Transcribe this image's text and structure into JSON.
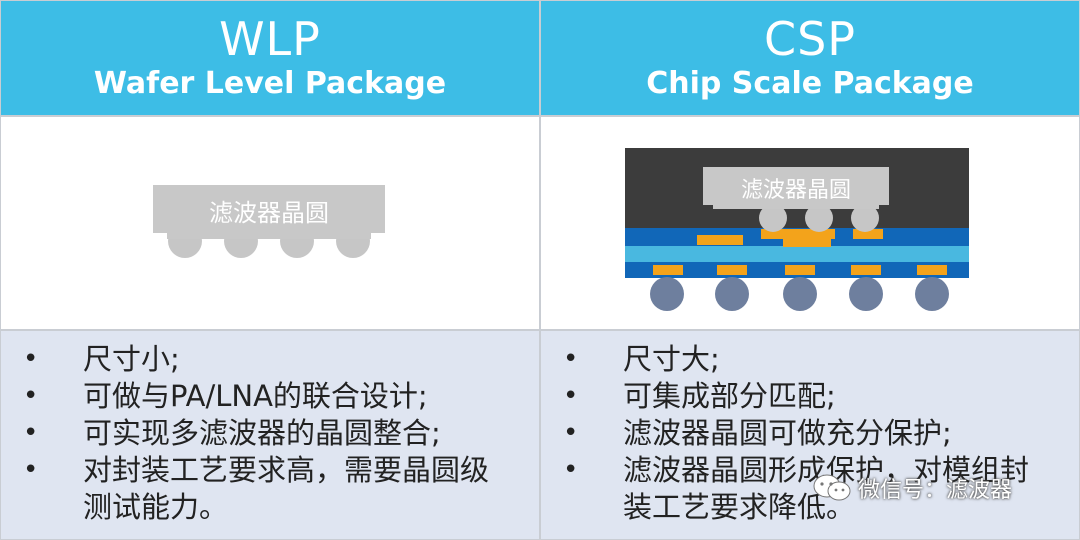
{
  "left": {
    "title": "WLP",
    "subtitle": "Wafer Level Package",
    "die_label": "滤波器晶圆",
    "points": [
      "尺寸小;",
      "可做与PA/LNA的联合设计;",
      "可实现多滤波器的晶圆整合;",
      "对封装工艺要求高，需要晶圆级测试能力。"
    ]
  },
  "right": {
    "title": "CSP",
    "subtitle": "Chip Scale Package",
    "die_label": "滤波器晶圆",
    "points": [
      "尺寸大;",
      "可集成部分匹配;",
      "滤波器晶圆可做充分保护;",
      "滤波器晶圆形成保护，对模组封装工艺要求降低。"
    ]
  },
  "watermark": {
    "text": "微信号：滤波器",
    "icon": "wechat-icon"
  },
  "colors": {
    "header": "#3dbde6",
    "list_bg": "#dfe5f1",
    "die": "#c8c8c8",
    "bump": "#c6c6c6",
    "mold": "#3c3c3c",
    "substrate_dark": "#1167b8",
    "substrate_light": "#49b8e0",
    "copper": "#f3a31b",
    "ball": "#6e7f9e"
  }
}
